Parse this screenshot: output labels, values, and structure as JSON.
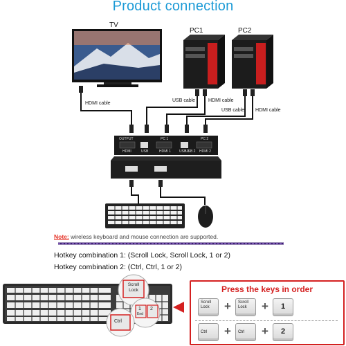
{
  "title": "Product connection",
  "devices": {
    "tv_label": "TV",
    "pc1_label": "PC1",
    "pc2_label": "PC2"
  },
  "cables": {
    "tv_hdmi": "HDMI cable",
    "pc1_usb": "USB cable",
    "pc1_hdmi": "HDMI cable",
    "pc2_usb": "USB cable",
    "pc2_hdmi": "HDMI cable"
  },
  "switch_ports": {
    "output": "OUTPUT",
    "hdmi": "HDMI",
    "usb": "USB",
    "pc1": "PC 1",
    "pc2": "PC 2",
    "hdmi1": "HDMI 1",
    "hdmi2": "HDMI 2",
    "usb1": "USB 1",
    "usb2": "USB 2"
  },
  "note": {
    "prefix": "Note:",
    "text": " wireless keyboard and mouse connection are supported."
  },
  "hotkeys": {
    "combo1": "Hotkey combination 1: (Scroll Lock, Scroll Lock, 1 or 2)",
    "combo2": "Hotkey combination 2: (Ctrl, Ctrl, 1 or 2)"
  },
  "keyboard_callouts": {
    "scroll_lock": "Scroll Lock",
    "ctrl": "Ctrl",
    "one": "1",
    "end": "End",
    "two": "2"
  },
  "order_panel": {
    "title": "Press the keys in order",
    "row1": {
      "key1": "Scroll Lock",
      "key2": "Scroll Lock",
      "key3": "1"
    },
    "row2": {
      "key1": "Ctrl",
      "key2": "Ctrl",
      "key3": "2"
    }
  },
  "colors": {
    "title": "#1b9ad6",
    "note_red": "#e53226",
    "panel_red": "#d42020"
  }
}
